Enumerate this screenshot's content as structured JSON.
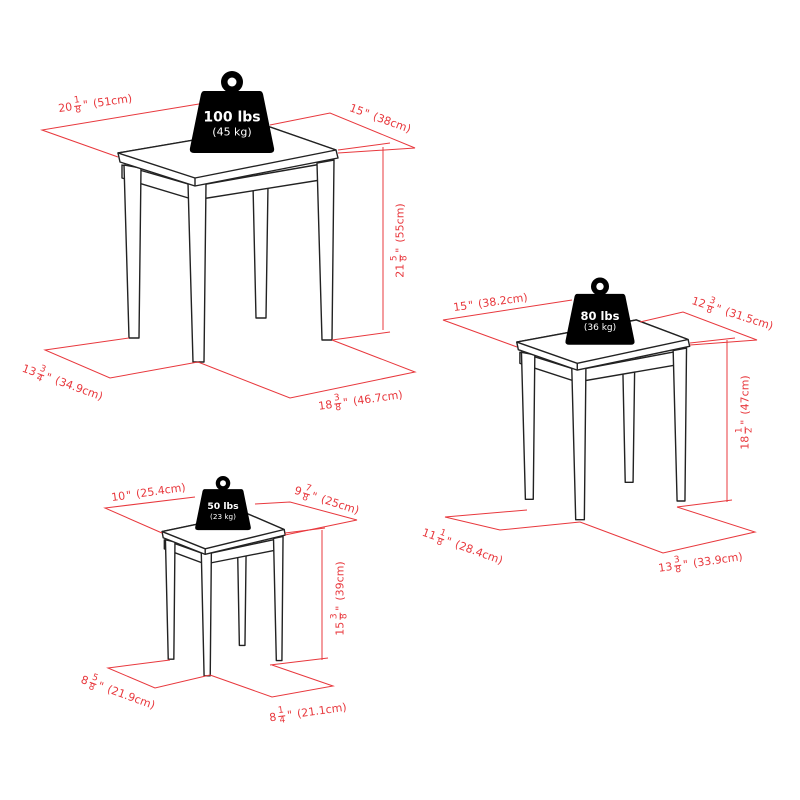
{
  "colors": {
    "dimension": "#e8383d",
    "outline": "#222222",
    "weight": "#000000"
  },
  "tables": [
    {
      "id": "large",
      "weight": {
        "lbs": "100 lbs",
        "kg": "(45 kg)"
      },
      "dimensions": [
        {
          "name": "top-width",
          "whole": "20",
          "num": "1",
          "den": "8",
          "cm": "(51cm)"
        },
        {
          "name": "top-depth",
          "whole": "15",
          "num": "",
          "den": "",
          "cm": "(38cm)"
        },
        {
          "name": "height",
          "whole": "21",
          "num": "5",
          "den": "8",
          "cm": "(55cm)"
        },
        {
          "name": "base-depth",
          "whole": "13",
          "num": "3",
          "den": "4",
          "cm": "(34.9cm)"
        },
        {
          "name": "base-width",
          "whole": "18",
          "num": "3",
          "den": "8",
          "cm": "(46.7cm)"
        }
      ]
    },
    {
      "id": "medium",
      "weight": {
        "lbs": "80 lbs",
        "kg": "(36 kg)"
      },
      "dimensions": [
        {
          "name": "top-width",
          "whole": "15",
          "num": "",
          "den": "",
          "cm": "(38.2cm)"
        },
        {
          "name": "top-depth",
          "whole": "12",
          "num": "3",
          "den": "8",
          "cm": "(31.5cm)"
        },
        {
          "name": "height",
          "whole": "18",
          "num": "1",
          "den": "2",
          "cm": "(47cm)"
        },
        {
          "name": "base-depth",
          "whole": "11",
          "num": "1",
          "den": "8",
          "cm": "(28.4cm)"
        },
        {
          "name": "base-width",
          "whole": "13",
          "num": "3",
          "den": "8",
          "cm": "(33.9cm)"
        }
      ]
    },
    {
      "id": "small",
      "weight": {
        "lbs": "50 lbs",
        "kg": "(23 kg)"
      },
      "dimensions": [
        {
          "name": "top-width",
          "whole": "10",
          "num": "",
          "den": "",
          "cm": "(25.4cm)"
        },
        {
          "name": "top-depth",
          "whole": "9",
          "num": "7",
          "den": "8",
          "cm": "(25cm)"
        },
        {
          "name": "height",
          "whole": "15",
          "num": "3",
          "den": "8",
          "cm": "(39cm)"
        },
        {
          "name": "base-depth",
          "whole": "8",
          "num": "5",
          "den": "8",
          "cm": "(21.9cm)"
        },
        {
          "name": "base-width",
          "whole": "8",
          "num": "1",
          "den": "4",
          "cm": "(21.1cm)"
        }
      ]
    }
  ]
}
